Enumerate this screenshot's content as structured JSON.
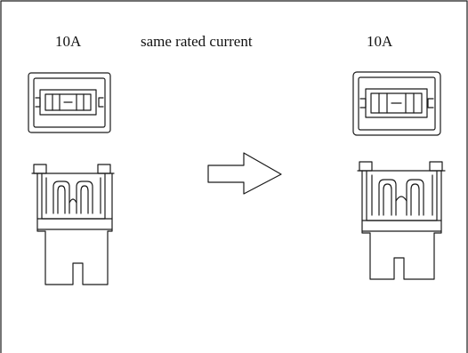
{
  "labels": {
    "left_rating": "10A",
    "middle_note": "same  rated current",
    "right_rating": "10A"
  },
  "colors": {
    "stroke": "#1a1a1a",
    "background": "#ffffff"
  },
  "icons": {
    "arrow": "right-arrow-icon",
    "fuse_top": "blade-fuse-top-view-icon",
    "fuse_front": "blade-fuse-front-view-icon"
  }
}
